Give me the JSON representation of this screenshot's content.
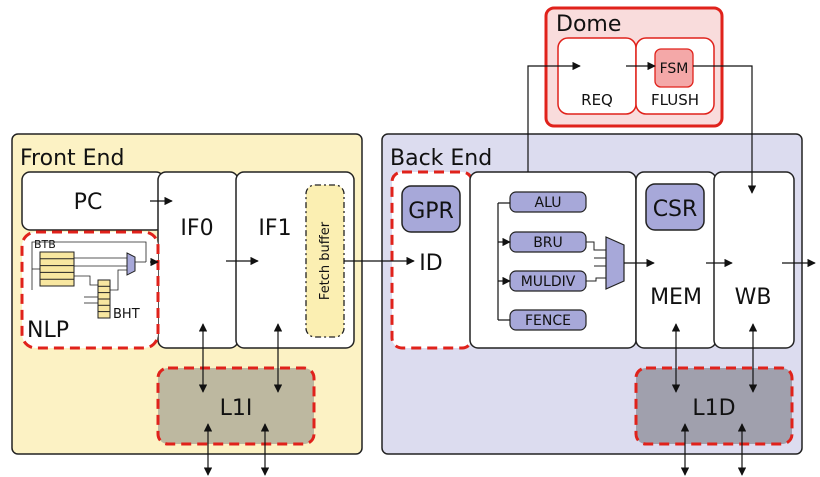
{
  "dome": {
    "title": "Dome",
    "req": "REQ",
    "flush": "FLUSH",
    "fsm": "FSM"
  },
  "front_end": {
    "title": "Front End",
    "pc": "PC",
    "if0": "IF0",
    "if1": "IF1",
    "fetch_buffer": "Fetch buffer",
    "nlp": "NLP",
    "btb": "BTB",
    "bht": "BHT",
    "l1i": "L1I"
  },
  "back_end": {
    "title": "Back End",
    "gpr": "GPR",
    "id": "ID",
    "units": [
      "ALU",
      "BRU",
      "MULDIV",
      "FENCE"
    ],
    "csr": "CSR",
    "mem": "MEM",
    "wb": "WB",
    "l1d": "L1D"
  },
  "colors": {
    "front_bg": "#fcf2c4",
    "back_bg": "#dcdcef",
    "dome_bg": "#f9dcdc",
    "red_dash": "#e0221b",
    "cache_i": "#bdb8a0",
    "cache_d": "#a0a0ad",
    "reg_fill": "#a7a8d9",
    "fsm_fill": "#f4a8a8",
    "fetch_fill": "#fbefb2",
    "table_fill": "#f8e7a0"
  }
}
